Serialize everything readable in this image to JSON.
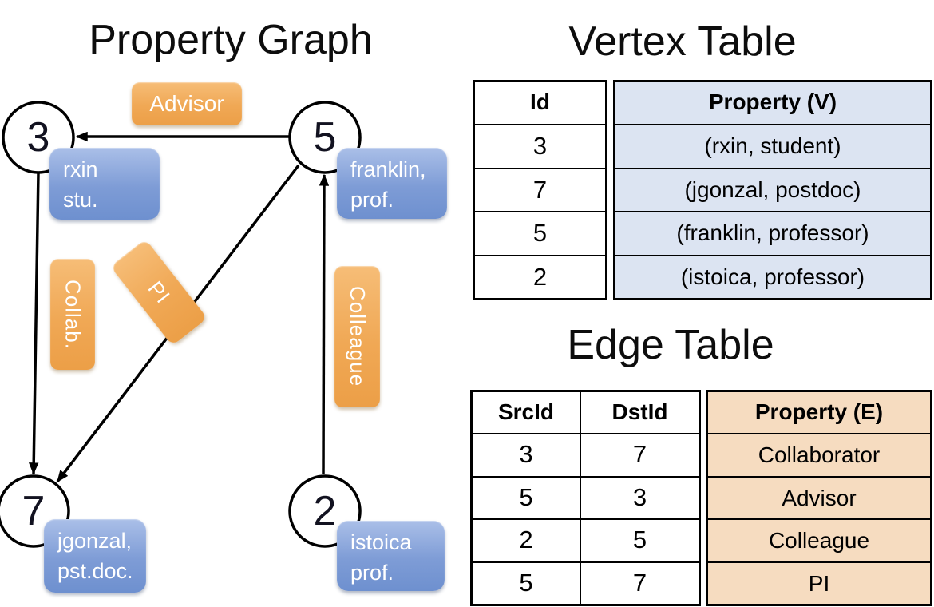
{
  "graph": {
    "title": "Property Graph",
    "nodes": [
      {
        "id": "3",
        "box_line1": "rxin",
        "box_line2": "stu."
      },
      {
        "id": "5",
        "box_line1": "franklin,",
        "box_line2": "prof."
      },
      {
        "id": "7",
        "box_line1": "jgonzal,",
        "box_line2": "pst.doc."
      },
      {
        "id": "2",
        "box_line1": "istoica",
        "box_line2": "prof."
      }
    ],
    "edge_labels": {
      "advisor": "Advisor",
      "collab": "Collab.",
      "pi": "PI",
      "colleague": "Colleague"
    },
    "edges": [
      {
        "src": "5",
        "dst": "3",
        "label": "Advisor"
      },
      {
        "src": "3",
        "dst": "7",
        "label": "Collab."
      },
      {
        "src": "5",
        "dst": "7",
        "label": "PI"
      },
      {
        "src": "2",
        "dst": "5",
        "label": "Colleague"
      }
    ]
  },
  "vertex_table": {
    "title": "Vertex Table",
    "headers": {
      "id": "Id",
      "property": "Property (V)"
    },
    "rows": [
      {
        "id": "3",
        "property": "(rxin, student)"
      },
      {
        "id": "7",
        "property": "(jgonzal, postdoc)"
      },
      {
        "id": "5",
        "property": "(franklin, professor)"
      },
      {
        "id": "2",
        "property": "(istoica, professor)"
      }
    ]
  },
  "edge_table": {
    "title": "Edge Table",
    "headers": {
      "src": "SrcId",
      "dst": "DstId",
      "property": "Property (E)"
    },
    "rows": [
      {
        "src": "3",
        "dst": "7",
        "property": "Collaborator"
      },
      {
        "src": "5",
        "dst": "3",
        "property": "Advisor"
      },
      {
        "src": "2",
        "dst": "5",
        "property": "Colleague"
      },
      {
        "src": "5",
        "dst": "7",
        "property": "PI"
      }
    ]
  },
  "colors": {
    "edge_label_orange": "#eda24c",
    "vertex_box_blue": "#7e9cd6",
    "vertex_property_bg": "#dce4f2",
    "edge_property_bg": "#f6dcc0",
    "line_black": "#000000"
  }
}
